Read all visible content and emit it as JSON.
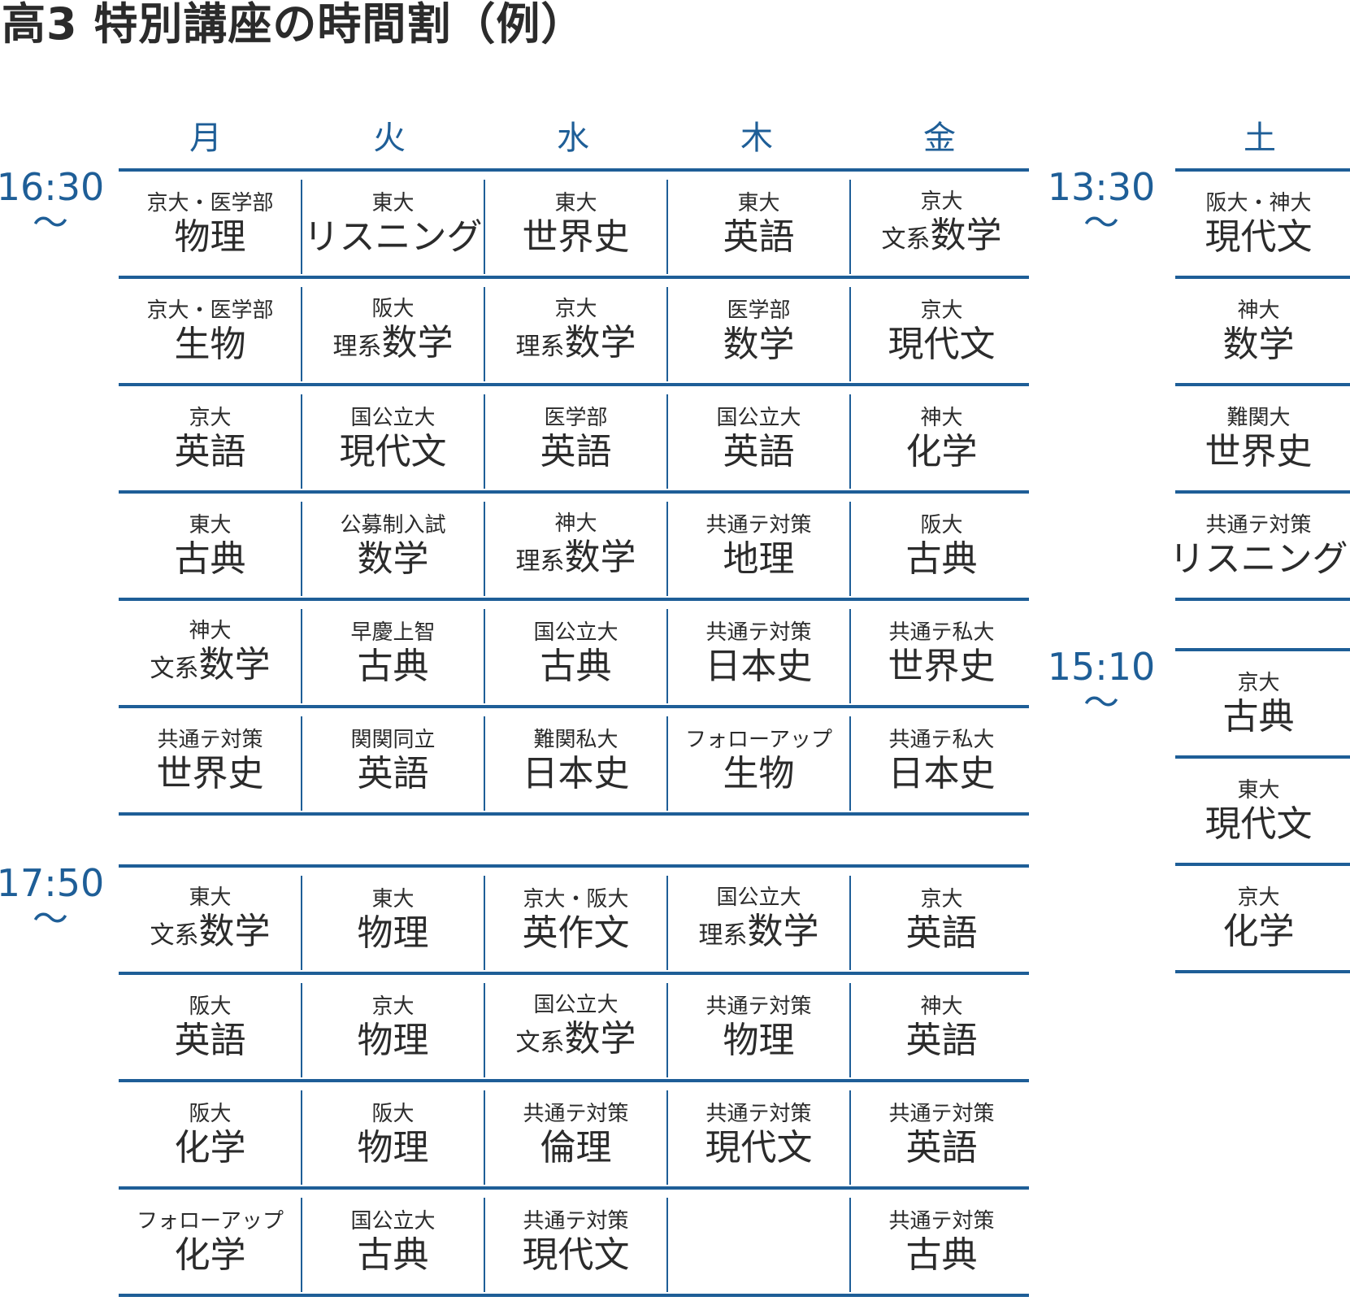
{
  "title": "高3 特別講座の時間割（例）",
  "days": [
    "月",
    "火",
    "水",
    "木",
    "金",
    "土"
  ],
  "colors": {
    "accent": "#1e5e97",
    "text": "#2b2b2b"
  },
  "weekday": {
    "blocks": [
      {
        "time": "16:30",
        "tilde": "～",
        "rows": [
          [
            {
              "sub": "京大・医学部",
              "main": "物理"
            },
            {
              "sub": "東大",
              "main": "リスニング"
            },
            {
              "sub": "東大",
              "main": "世界史"
            },
            {
              "sub": "東大",
              "main": "英語"
            },
            {
              "sub": "京大",
              "pre": "文系",
              "main": "数学"
            }
          ],
          [
            {
              "sub": "京大・医学部",
              "main": "生物"
            },
            {
              "sub": "阪大",
              "pre": "理系",
              "main": "数学"
            },
            {
              "sub": "京大",
              "pre": "理系",
              "main": "数学"
            },
            {
              "sub": "医学部",
              "main": "数学"
            },
            {
              "sub": "京大",
              "main": "現代文"
            }
          ],
          [
            {
              "sub": "京大",
              "main": "英語"
            },
            {
              "sub": "国公立大",
              "main": "現代文"
            },
            {
              "sub": "医学部",
              "main": "英語"
            },
            {
              "sub": "国公立大",
              "main": "英語"
            },
            {
              "sub": "神大",
              "main": "化学"
            }
          ],
          [
            {
              "sub": "東大",
              "main": "古典"
            },
            {
              "sub": "公募制入試",
              "main": "数学"
            },
            {
              "sub": "神大",
              "pre": "理系",
              "main": "数学"
            },
            {
              "sub": "共通テ対策",
              "main": "地理"
            },
            {
              "sub": "阪大",
              "main": "古典"
            }
          ],
          [
            {
              "sub": "神大",
              "pre": "文系",
              "main": "数学"
            },
            {
              "sub": "早慶上智",
              "main": "古典"
            },
            {
              "sub": "国公立大",
              "main": "古典"
            },
            {
              "sub": "共通テ対策",
              "main": "日本史"
            },
            {
              "sub": "共通テ私大",
              "main": "世界史"
            }
          ],
          [
            {
              "sub": "共通テ対策",
              "main": "世界史"
            },
            {
              "sub": "関関同立",
              "main": "英語"
            },
            {
              "sub": "難関私大",
              "main": "日本史"
            },
            {
              "sub": "フォローアップ",
              "main": "生物"
            },
            {
              "sub": "共通テ私大",
              "main": "日本史"
            }
          ]
        ]
      },
      {
        "time": "17:50",
        "tilde": "～",
        "rows": [
          [
            {
              "sub": "東大",
              "pre": "文系",
              "main": "数学"
            },
            {
              "sub": "東大",
              "main": "物理"
            },
            {
              "sub": "京大・阪大",
              "main": "英作文"
            },
            {
              "sub": "国公立大",
              "pre": "理系",
              "main": "数学"
            },
            {
              "sub": "京大",
              "main": "英語"
            }
          ],
          [
            {
              "sub": "阪大",
              "main": "英語"
            },
            {
              "sub": "京大",
              "main": "物理"
            },
            {
              "sub": "国公立大",
              "pre": "文系",
              "main": "数学"
            },
            {
              "sub": "共通テ対策",
              "main": "物理"
            },
            {
              "sub": "神大",
              "main": "英語"
            }
          ],
          [
            {
              "sub": "阪大",
              "main": "化学"
            },
            {
              "sub": "阪大",
              "main": "物理"
            },
            {
              "sub": "共通テ対策",
              "main": "倫理"
            },
            {
              "sub": "共通テ対策",
              "main": "現代文"
            },
            {
              "sub": "共通テ対策",
              "main": "英語"
            }
          ],
          [
            {
              "sub": "フォローアップ",
              "main": "化学"
            },
            {
              "sub": "国公立大",
              "main": "古典"
            },
            {
              "sub": "共通テ対策",
              "main": "現代文"
            },
            {
              "sub": "",
              "main": ""
            },
            {
              "sub": "共通テ対策",
              "main": "古典"
            }
          ]
        ]
      }
    ]
  },
  "saturday": {
    "blocks": [
      {
        "time": "13:30",
        "tilde": "～",
        "rows": [
          {
            "sub": "阪大・神大",
            "main": "現代文"
          },
          {
            "sub": "神大",
            "main": "数学"
          },
          {
            "sub": "難関大",
            "main": "世界史"
          },
          {
            "sub": "共通テ対策",
            "main": "リスニング"
          }
        ]
      },
      {
        "time": "15:10",
        "tilde": "～",
        "rows": [
          {
            "sub": "京大",
            "main": "古典"
          },
          {
            "sub": "東大",
            "main": "現代文"
          },
          {
            "sub": "京大",
            "main": "化学"
          }
        ]
      }
    ]
  }
}
